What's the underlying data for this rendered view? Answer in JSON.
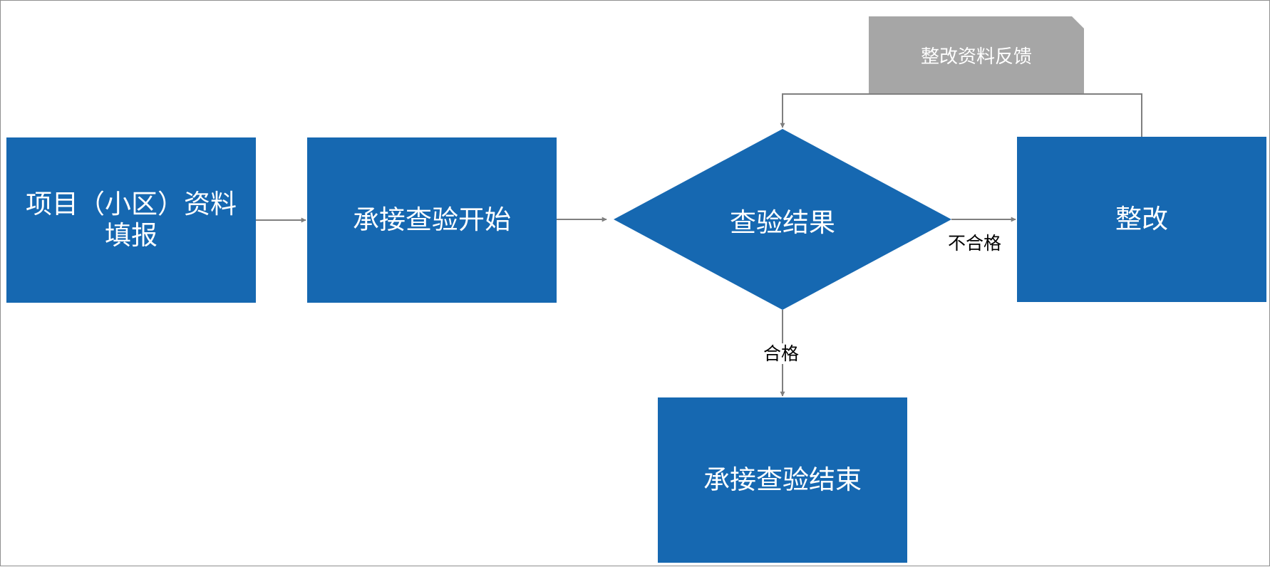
{
  "diagram": {
    "nodes": {
      "project_fill": {
        "label": "项目（小区）资料填报"
      },
      "inspection_start": {
        "label": "承接查验开始"
      },
      "inspection_result": {
        "label": "查验结果"
      },
      "rectify": {
        "label": "整改"
      },
      "inspection_end": {
        "label": "承接查验结束"
      },
      "rectify_feedback": {
        "label": "整改资料反馈"
      }
    },
    "edges": {
      "fail_label": "不合格",
      "pass_label": "合格"
    },
    "colors": {
      "process_fill": "#1668b1",
      "note_fill": "#a6a6a6",
      "connector": "#7f7f7f",
      "border": "#8f8f8f"
    }
  }
}
